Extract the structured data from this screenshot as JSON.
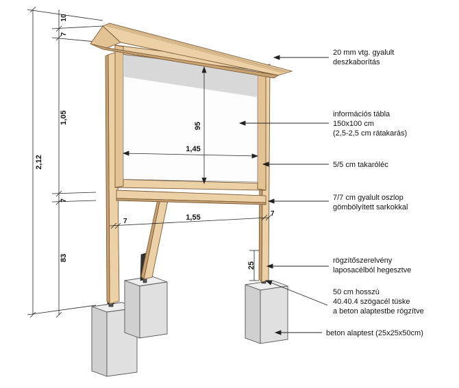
{
  "dimensions": {
    "top_gap": "10",
    "roof_height": "7",
    "upper_span": "1,05",
    "total_height": "2,12",
    "beam_height": "7",
    "post_below_beam": "83",
    "panel_height": "95",
    "panel_width": "1,45",
    "beam_length": "1,55",
    "post_width_left": "7",
    "post_width_right": "7",
    "bracket_height": "25"
  },
  "callouts": {
    "roof": [
      "20 mm vtg. gyalult",
      "deszkaborítás"
    ],
    "board": [
      "információs tábla",
      "150x100 cm",
      "(2,5-2,5 cm rátakarás)"
    ],
    "trim": [
      "5/5 cm takaróléc"
    ],
    "post": [
      "7/7 cm gyalult oszlop",
      "gömbölyített sarkokkal"
    ],
    "bracket": [
      "rögzítőszerelvény",
      "laposacélból hegesztve"
    ],
    "spike": [
      "50 cm hosszú",
      "40.40.4 szögacél tüske",
      "a beton alaptestbe rögzítve"
    ],
    "foundation": [
      "beton alaptest (25x25x50cm)"
    ]
  },
  "colors": {
    "wood": "#e8caa0",
    "wood_dark": "#c9a274",
    "concrete": "#dcdcdc",
    "concrete_dark": "#b5b5b5",
    "steel": "#3a3a3a",
    "glass": "#d4d4d4",
    "line": "#222222"
  }
}
